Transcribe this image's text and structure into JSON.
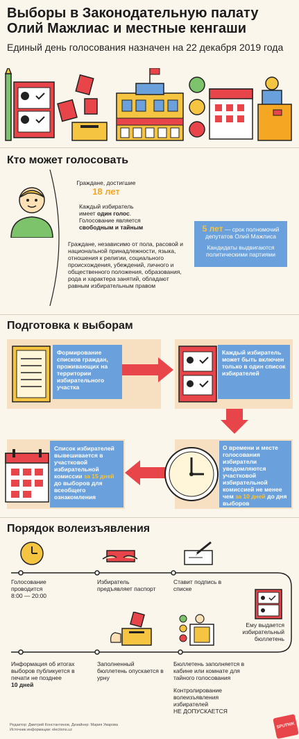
{
  "header": {
    "title": "Выборы в Законодательную палату Олий Мажлиас и местные кенгаши",
    "subtitle": "Единый день голосования назначен на 22 декабря 2019 года"
  },
  "section1": {
    "heading": "Кто может голосовать",
    "age_prefix": "Граждане, достигшие",
    "age_value": "18 лет",
    "vote_line1": "Каждый избиратель",
    "vote_line2_a": "имеет ",
    "vote_line2_b": "один голос",
    "vote_line2_c": ".",
    "vote_line3": "Голосование является",
    "vote_line4": "свободным и тайным",
    "equality_text": "Граждане, независимо от пола, расовой и национальной принадлежности, языка, отношения к религии, социального происхождения, убеждений, личного и общественного положения, образования, рода и характера занятий, обладают равным избирательным правом",
    "term_value": "5 лет",
    "term_text": " — срок полномочий депутатов Олий Мажлиса",
    "parties_text": "Кандидаты выдвигаются политическими партиями"
  },
  "section2": {
    "heading": "Подготовка к выборам",
    "step1": "Формирование списков граждан, проживающих на территории избирательного участка",
    "step2": "Каждый избиратель может быть включен только в один список избирателей",
    "step3_a": "Список избирателей вывешивается в участковой избирательной комиссии ",
    "step3_b": "за 15 дней",
    "step3_c": " до выборов для всеобщего ознакомления",
    "step4_a": "О времени и месте голосования избиратели уведомляются участковой избирательной комиссией не менее чем ",
    "step4_b": "за 10 дней",
    "step4_c": " до дня выборов"
  },
  "section3": {
    "heading": "Порядок волеизъявления",
    "item_hours": "Голосование проводится",
    "item_hours_time": "8:00 — 20:00",
    "item_passport": "Избиратель предъявляет паспорт",
    "item_sign": "Ставит подпись в списке",
    "item_ballot": "Ему выдается избирательный бюллетень",
    "item_booth": "Бюллетень заполняется в кабине или комнате для тайного голосования",
    "item_control_a": "Контролирование волеизъявления избирателей",
    "item_control_b": "НЕ ДОПУСКАЕТСЯ",
    "item_urn": "Заполненный бюллетень опускается в урну",
    "item_publish_a": "Информация об итогах выборов публикуется в печати не позднее",
    "item_publish_b": "10 дней"
  },
  "footer": {
    "credits_1": "Редактор: Дмитрий Константинов, Дизайнер: Мария Уварова",
    "credits_2": "Источник информации: elections.uz",
    "brand": "SPUTNIK"
  },
  "colors": {
    "accent_red": "#e8454a",
    "accent_blue": "#6aa0db",
    "accent_yellow": "#f5c542",
    "accent_orange": "#f5a623",
    "accent_green": "#7cc36b"
  }
}
